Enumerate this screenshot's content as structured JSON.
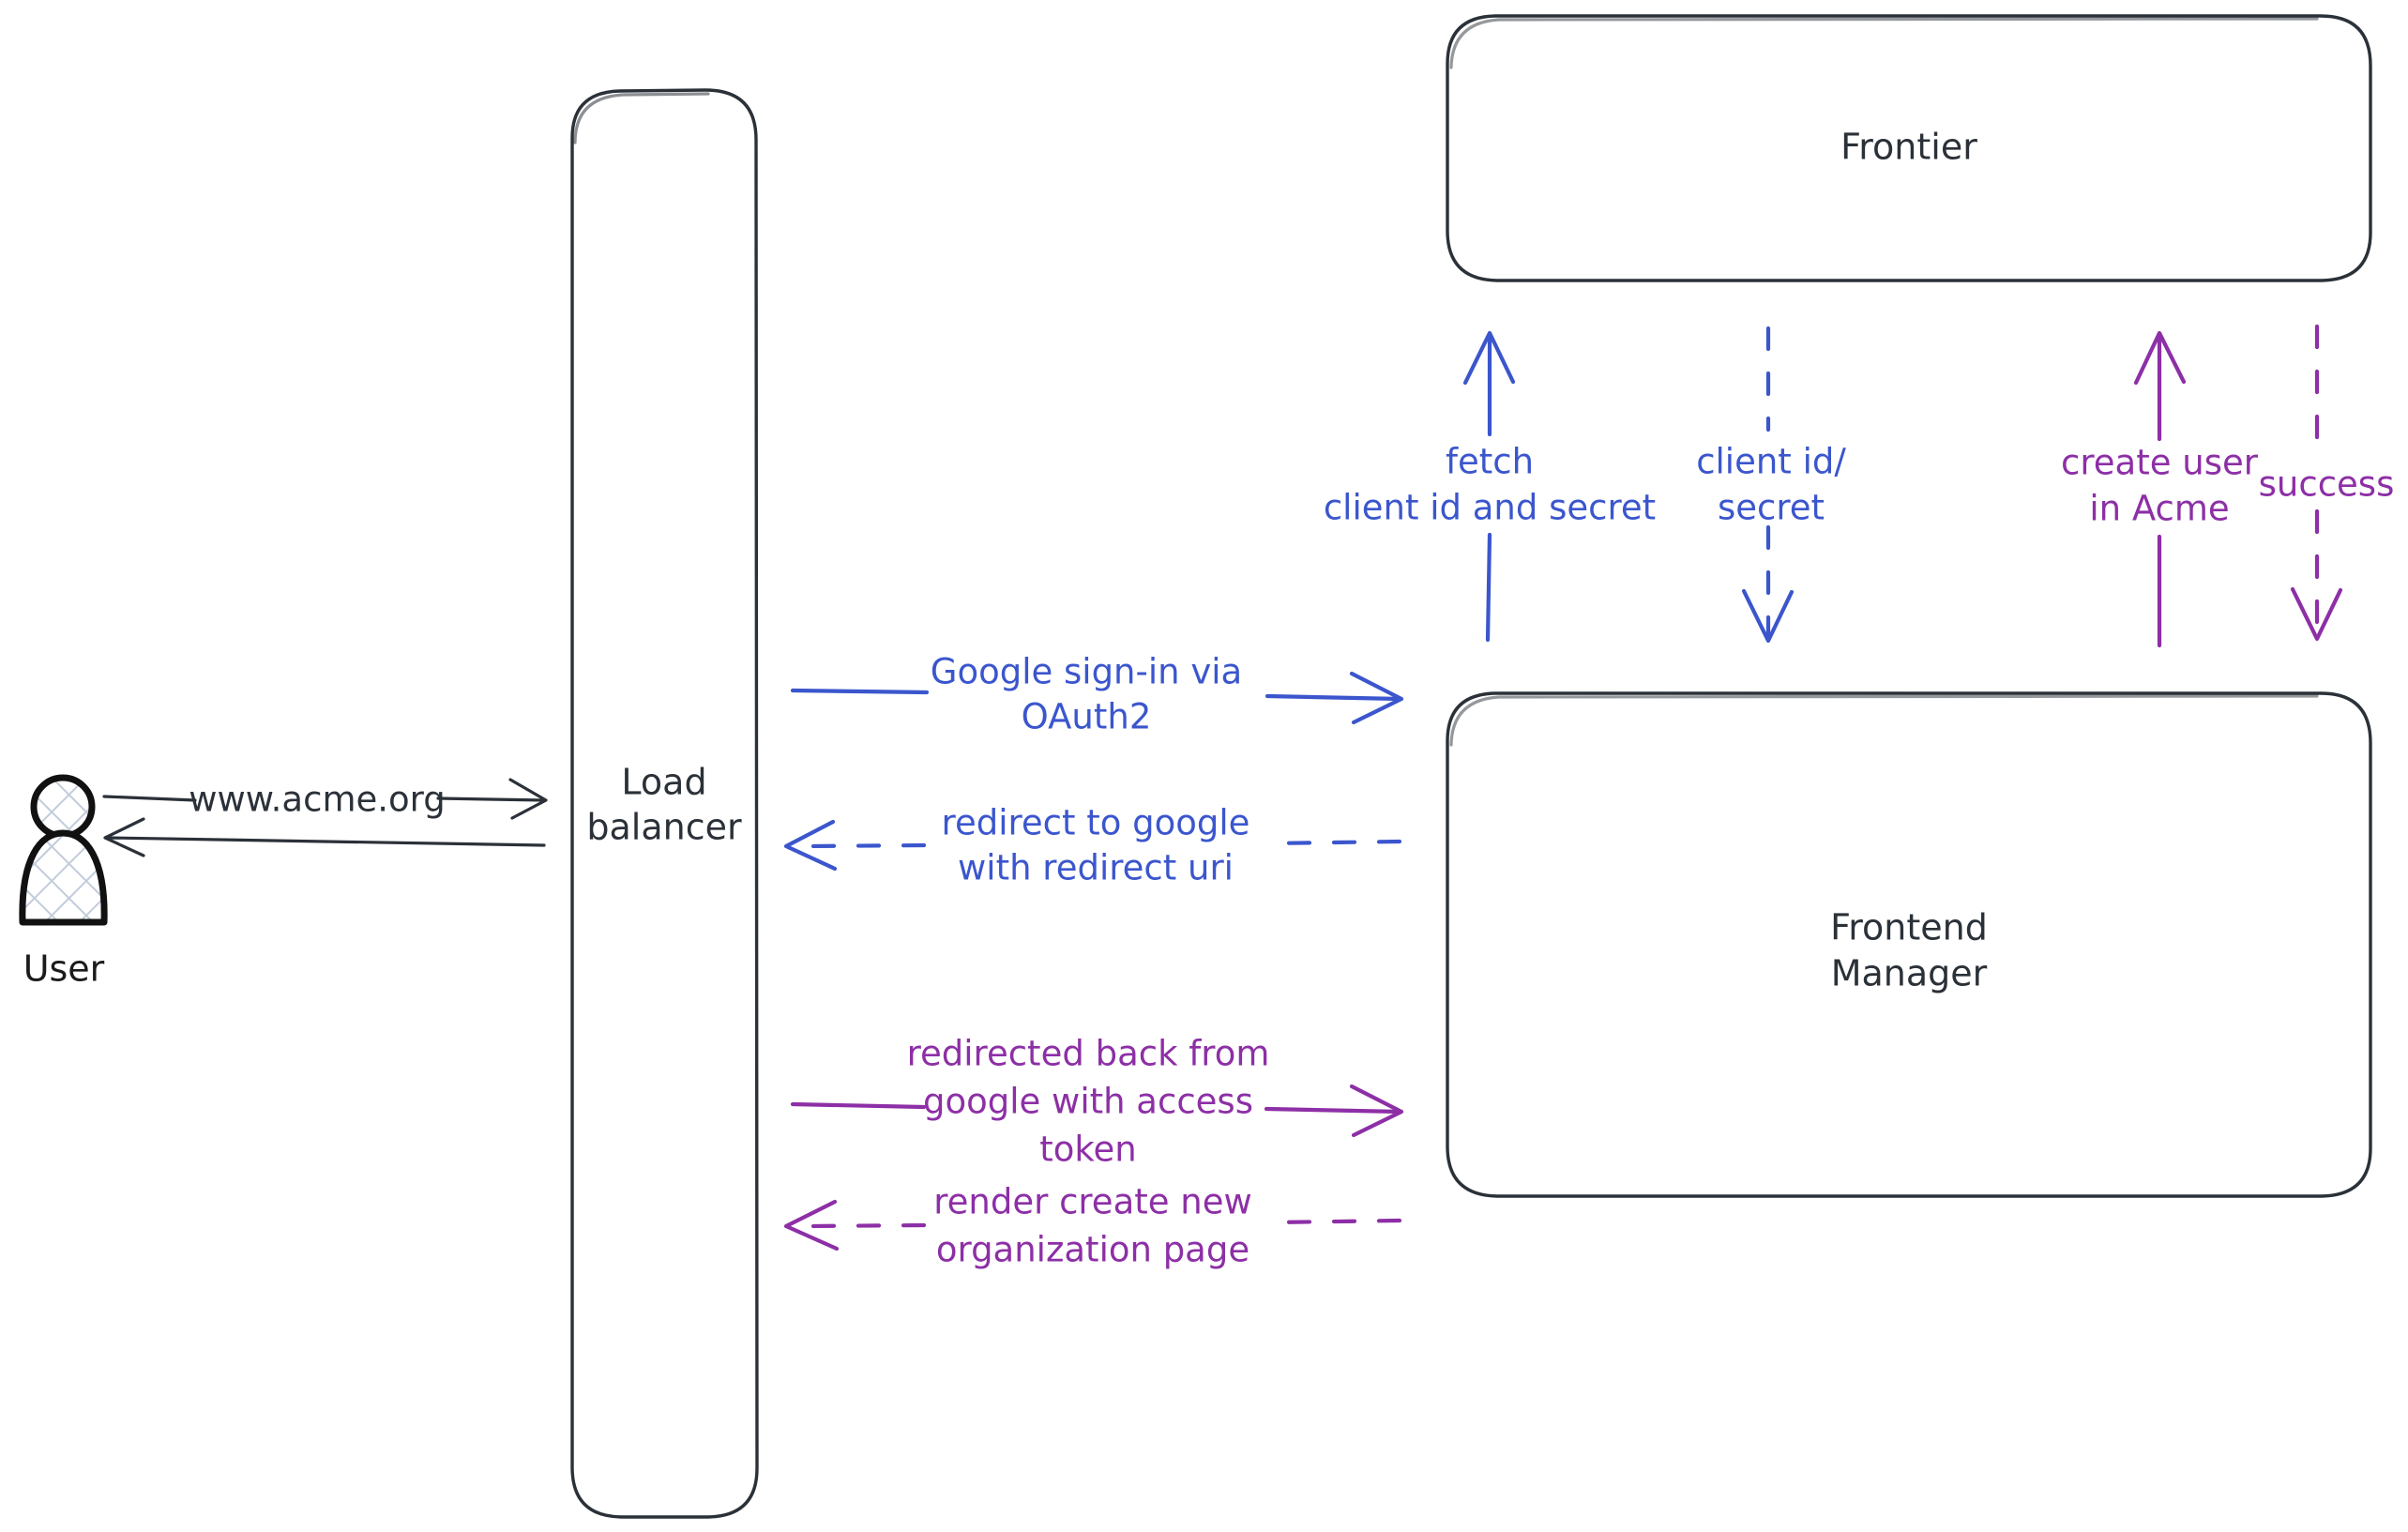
{
  "diagram": {
    "title": "Google OAuth2 sign-in sequence",
    "background": "#ffffff",
    "colors": {
      "node_stroke": "#2b3138",
      "node_fill": "#ffffff",
      "blue": "#3b56cd",
      "purple": "#8d2fa6",
      "dark": "#2b3138",
      "actor_hatch": "#c2ccdb"
    }
  },
  "actors": [
    {
      "id": "user",
      "name": "user-actor",
      "label": "User"
    }
  ],
  "nodes": [
    {
      "id": "load-balancer",
      "name": "load-balancer-node",
      "label_line1": "Load",
      "label_line2": "balancer",
      "shape": "rounded-rect"
    },
    {
      "id": "frontier",
      "name": "frontier-node",
      "label": "Frontier",
      "shape": "rounded-rect"
    },
    {
      "id": "frontend-manager",
      "name": "frontend-manager-node",
      "label_line1": "Frontend",
      "label_line2": "Manager",
      "shape": "rounded-rect"
    }
  ],
  "edges": [
    {
      "id": "user-to-lb",
      "name": "edge-user-to-load-balancer",
      "label": "www.acme.org",
      "color": "dark",
      "style": "solid",
      "direction": "right"
    },
    {
      "id": "lb-to-user",
      "name": "edge-load-balancer-to-user",
      "label": "",
      "color": "dark",
      "style": "solid",
      "direction": "left"
    },
    {
      "id": "lb-to-fm-signin",
      "name": "edge-google-signin",
      "label_line1": "Google sign-in via",
      "label_line2": "OAuth2",
      "color": "blue",
      "style": "solid",
      "direction": "right"
    },
    {
      "id": "fm-to-lb-redirect",
      "name": "edge-redirect-to-google",
      "label_line1": "redirect to google",
      "label_line2": "with redirect uri",
      "color": "blue",
      "style": "dashed",
      "direction": "left"
    },
    {
      "id": "lb-to-fm-token",
      "name": "edge-redirected-back-with-token",
      "label_line1": "redirected back from",
      "label_line2": "google with access",
      "label_line3": "token",
      "color": "purple",
      "style": "solid",
      "direction": "right"
    },
    {
      "id": "fm-to-lb-render",
      "name": "edge-render-create-organization",
      "label_line1": "render create new",
      "label_line2": "organization page",
      "color": "purple",
      "style": "dashed",
      "direction": "left"
    },
    {
      "id": "fm-to-frontier-fetch",
      "name": "edge-fetch-client-id-secret",
      "label_line1": "fetch",
      "label_line2": "client id and secret",
      "color": "blue",
      "style": "solid",
      "direction": "up"
    },
    {
      "id": "frontier-to-fm-creds",
      "name": "edge-client-id-secret",
      "label_line1": "client id/",
      "label_line2": "secret",
      "color": "blue",
      "style": "dashed",
      "direction": "down"
    },
    {
      "id": "fm-to-frontier-create",
      "name": "edge-create-user-in-acme",
      "label_line1": "create user",
      "label_line2": "in Acme",
      "color": "purple",
      "style": "solid",
      "direction": "up"
    },
    {
      "id": "frontier-to-fm-success",
      "name": "edge-success",
      "label": "success",
      "color": "purple",
      "style": "dashed",
      "direction": "down"
    }
  ]
}
